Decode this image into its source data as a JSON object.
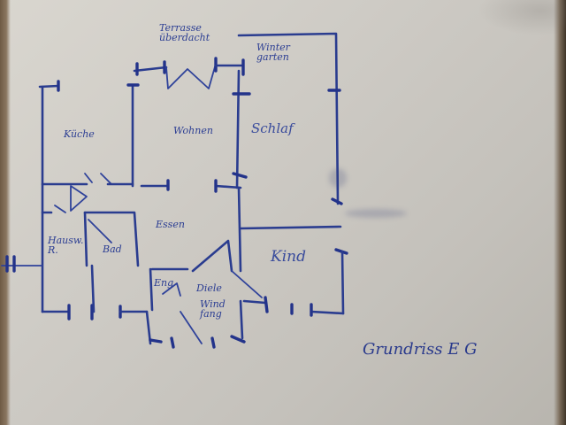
{
  "plan": {
    "rooms": {
      "terrasse": "Terrasse\nüberdacht",
      "wintergarten": "Winter\ngarten",
      "kueche": "Küche",
      "wohnen": "Wohnen",
      "schlaf": "Schlaf",
      "essen": "Essen",
      "hausw": "Hausw.\nR.",
      "bad": "Bad",
      "kind": "Kind",
      "eng": "Eng",
      "diele": "Diele",
      "windfang": "Wind\nfang"
    },
    "caption": "Grundriss E G"
  },
  "colors": {
    "ink": "#2a3c8f",
    "paper": "#d2cfc8"
  }
}
